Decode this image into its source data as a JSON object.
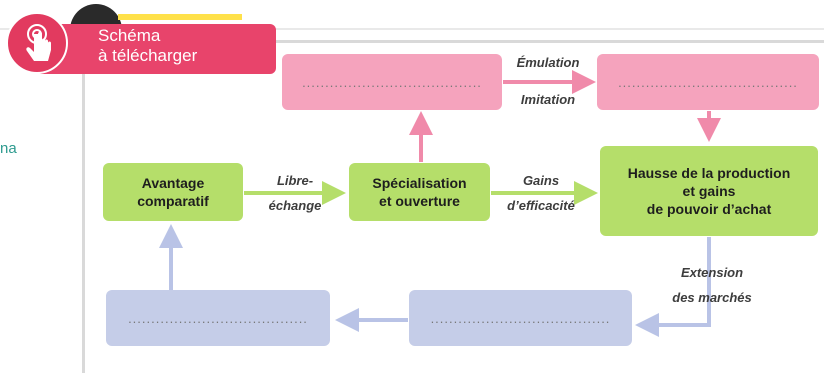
{
  "margin_text": "na",
  "badge": {
    "line1": "Schéma",
    "line2": "à télécharger",
    "icon": "hand-pointer-icon"
  },
  "colors": {
    "pink": "#f5a3bd",
    "green": "#b5de6a",
    "blue": "#c5cde8",
    "badge": "#e8446b",
    "arrow_pink": "#f08aaa",
    "arrow_blue": "#b9c3e6"
  },
  "boxes": {
    "pink_left": {
      "text": "......................................."
    },
    "pink_right": {
      "text": "......................................."
    },
    "avantage": {
      "line1": "Avantage",
      "line2": "comparatif"
    },
    "specialisation": {
      "line1": "Spécialisation",
      "line2": "et ouverture"
    },
    "hausse": {
      "line1": "Hausse de la production",
      "line2": "et gains",
      "line3": "de pouvoir d’achat"
    },
    "blue_left": {
      "text": "......................................."
    },
    "blue_right": {
      "text": "......................................."
    }
  },
  "labels": {
    "emulation": "Émulation",
    "imitation": "Imitation",
    "libre_1": "Libre-",
    "libre_2": "échange",
    "gains_1": "Gains",
    "gains_2": "d’efficacité",
    "extension_1": "Extension",
    "extension_2": "des marchés"
  }
}
